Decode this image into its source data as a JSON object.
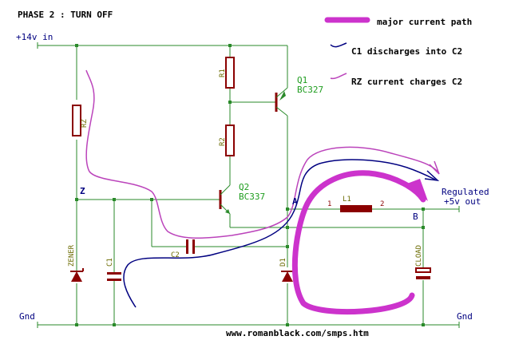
{
  "title": "PHASE 2 : TURN OFF",
  "legend": {
    "major": "major current path",
    "c1": "C1 discharges into C2",
    "rz": "RZ current charges C2"
  },
  "nodes": {
    "supply": "+14v in",
    "gnd_left": "Gnd",
    "gnd_right": "Gnd",
    "z": "Z",
    "a": "A",
    "b": "B",
    "regulated": "Regulated",
    "out": "+5v out",
    "pin1": "1",
    "pin2": "2"
  },
  "components": {
    "q1": "Q1",
    "q1_part": "BC327",
    "q2": "Q2",
    "q2_part": "BC337",
    "r1": "R1",
    "r2": "R2",
    "rz": "RZ",
    "l1": "L1",
    "c1": "C1",
    "c2": "C2",
    "zener": "ZENER",
    "d1": "D1",
    "cload": "CLOAD"
  },
  "url": "www.romanblack.com/smps.htm",
  "colors": {
    "wire": "#2a8a2a",
    "part": "#8b0000",
    "label": "#000080",
    "part_label": "#6b6b00",
    "transistor_label": "#1f9d1f",
    "major_path": "#cc33cc",
    "c1_path": "#000080",
    "rz_path": "#bb44bb",
    "title": "#000000"
  }
}
